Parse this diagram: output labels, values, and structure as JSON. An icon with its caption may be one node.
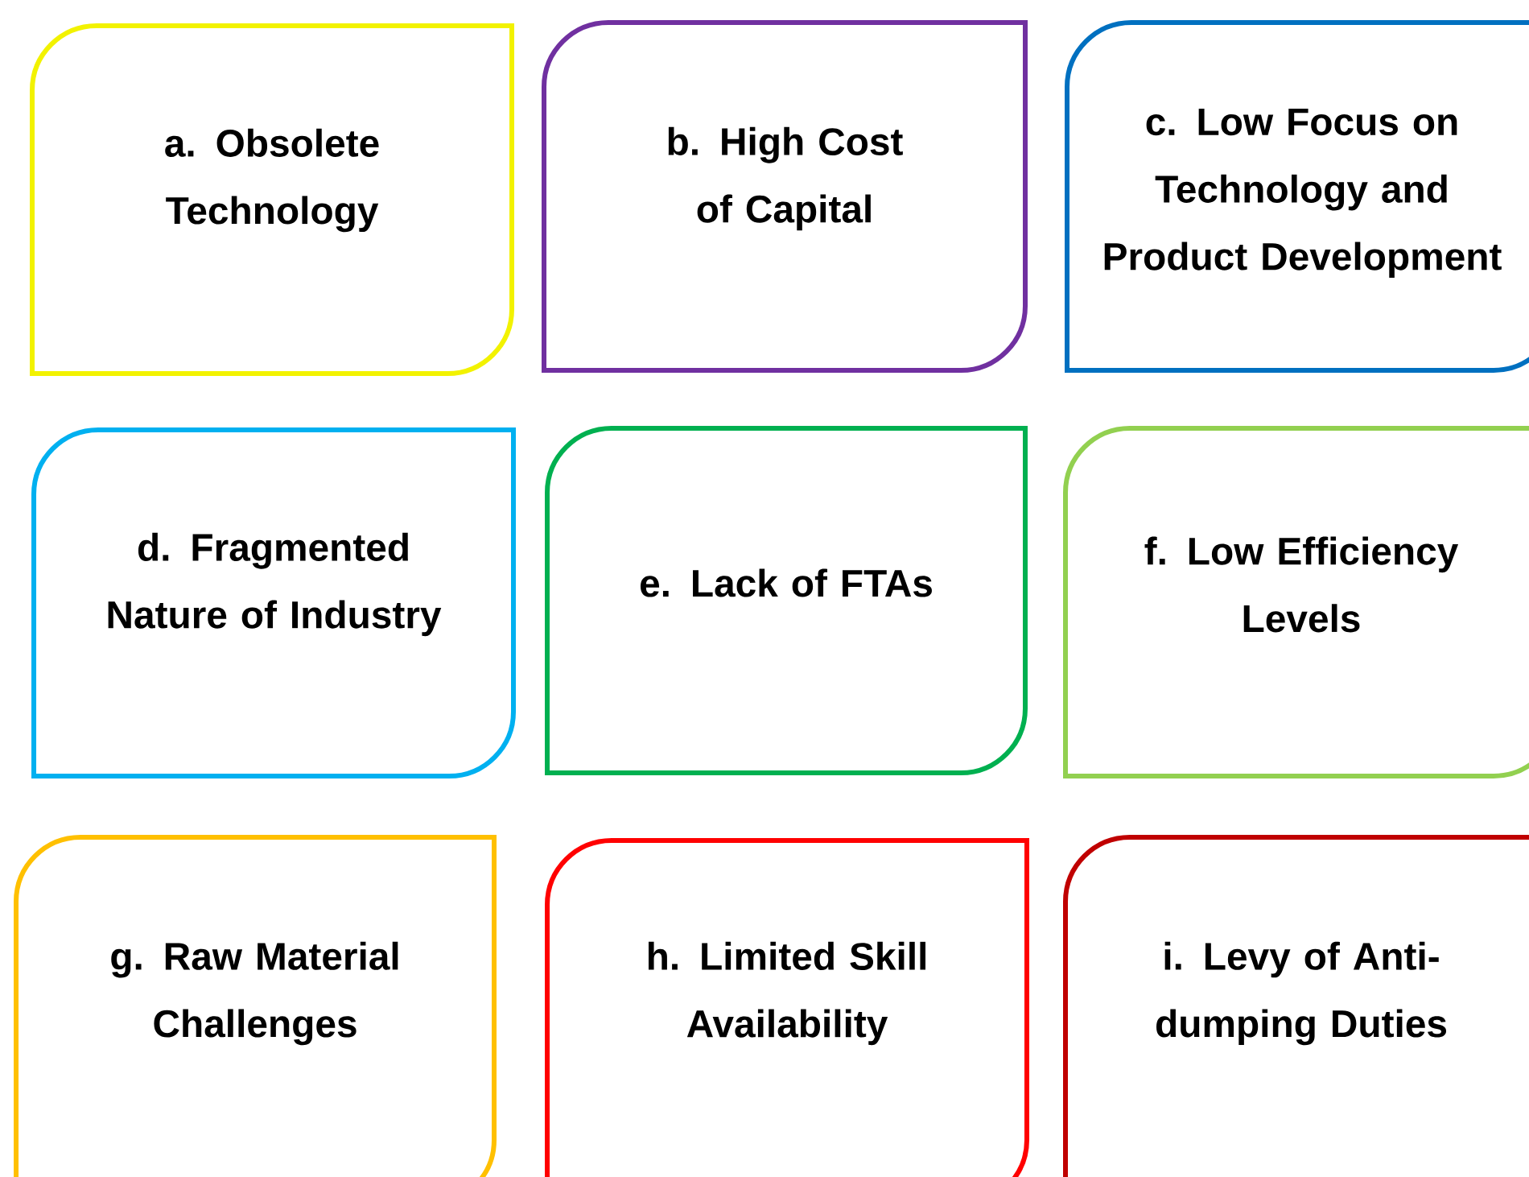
{
  "diagram": {
    "nodes": [
      {
        "text": [
          "a. Obsolete Technology"
        ]
      },
      {
        "text": [
          "b. High Cost of Capital"
        ]
      },
      {
        "text": [
          "c. Low Focus on Technology and Product Development"
        ]
      },
      {
        "text": [
          "d. Fragmented Nature of Industry"
        ]
      },
      {
        "text": [
          "e. Lack of FTAs"
        ]
      },
      {
        "text": [
          "f. Low Efficiency Levels"
        ]
      },
      {
        "text": [
          "g. Raw Material Challenges"
        ]
      },
      {
        "text": [
          "h. Limited Skill Availability"
        ]
      },
      {
        "text": [
          "i. Levy of Anti-dumping Duties"
        ]
      }
    ]
  }
}
